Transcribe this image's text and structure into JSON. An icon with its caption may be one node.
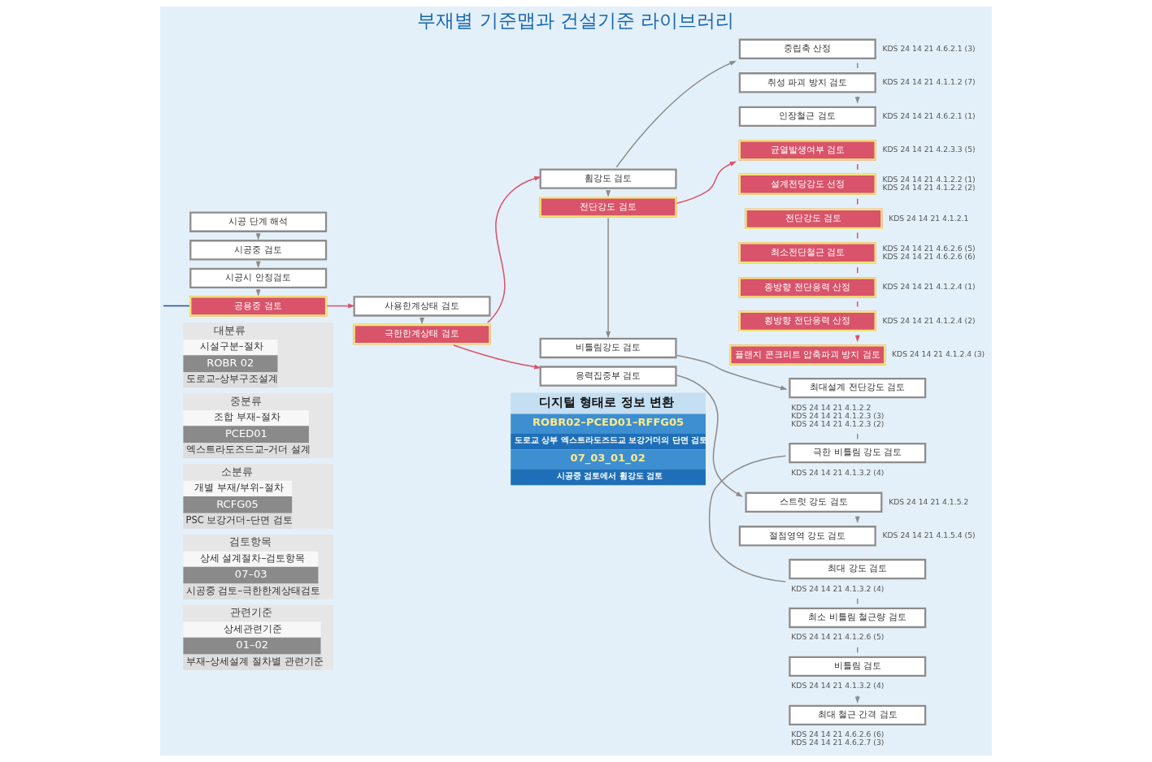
{
  "diagram": {
    "title": "부재별 기준맵과 건설기준 라이브러리",
    "nodes": [
      {
        "text": [
          "시공 단계 해석"
        ]
      },
      {
        "text": [
          "시공중 검토"
        ]
      },
      {
        "text": [
          "시공시 안정검토"
        ]
      },
      {
        "text": [
          "공용중 검토"
        ]
      },
      {
        "text": [
          "사용한계상태 검토"
        ]
      },
      {
        "text": [
          "극한한계상태 검토"
        ]
      },
      {
        "text": [
          "휨강도 검토"
        ]
      },
      {
        "text": [
          "전단강도 검토"
        ]
      },
      {
        "text": [
          "비틀림강도 검토"
        ]
      },
      {
        "text": [
          "응력집중부 검토"
        ]
      },
      {
        "text": [
          "중립축 산정"
        ],
        "beside": [
          "KDS 24 14 21 4.6.2.1 (3)"
        ]
      },
      {
        "text": [
          "취성 파괴 방지 검토"
        ],
        "beside": [
          "KDS 24 14 21 4.1.1.2 (7)"
        ]
      },
      {
        "text": [
          "인장철근 검토"
        ],
        "beside": [
          "KDS 24 14 21 4.6.2.1 (1)"
        ]
      },
      {
        "text": [
          "균열발생여부 검토"
        ],
        "beside": [
          "KDS 24 14 21 4.2.3.3 (5)"
        ]
      },
      {
        "text": [
          "설계전당강도 선정"
        ],
        "beside": [
          "KDS 24 14 21 4.1.2.2 (1)",
          "KDS 24 14 21 4.1.2.2 (2)"
        ]
      },
      {
        "text": [
          "전단강도 검토"
        ],
        "beside": [
          "KDS 24 14 21 4.1.2.1"
        ]
      },
      {
        "text": [
          "최소전단철근 검토"
        ],
        "beside": [
          "KDS 24 14 21 4.6.2.6 (5)",
          "KDS 24 14 21 4.6.2.6 (6)"
        ]
      },
      {
        "text": [
          "종방향 전단응력 산정"
        ],
        "beside": [
          "KDS 24 14 21 4.1.2.4 (1)"
        ]
      },
      {
        "text": [
          "횡방향 전단응력 산정"
        ],
        "beside": [
          "KDS 24 14 21 4.1.2.4 (2)"
        ]
      },
      {
        "text": [
          "플랜지 콘크리트 압축파괴 방지 검토"
        ],
        "beside": [
          "KDS 24 14 21 4.1.2.4 (3)"
        ]
      },
      {
        "text": [
          "스트럿 강도 검토"
        ],
        "beside": [
          "KDS 24 14 21 4.1.5.2"
        ]
      },
      {
        "text": [
          "절점영역 강도 검토"
        ],
        "beside": [
          "KDS 24 14 21 4.1.5.4 (5)"
        ]
      },
      {
        "text": [
          "최대설계 전단강도 검토"
        ],
        "beside": [
          "KDS 24 14 21 4.1.2.2",
          "KDS 24 14 21 4.1.2.3 (3)",
          "KDS 24 14 21 4.1.2.3 (2)"
        ]
      },
      {
        "text": [
          "극한 비틀림 강도 검토"
        ],
        "beside": [
          "KDS 24 14 21 4.1.3.2 (4)"
        ]
      },
      {
        "text": [
          "최대 강도 검토"
        ],
        "beside": [
          "KDS 24 14 21 4.1.3.2 (4)"
        ]
      },
      {
        "text": [
          "최소 비틀림 철근량 검토"
        ],
        "beside": [
          "KDS 24 14 21 4.1.2.6 (5)"
        ]
      },
      {
        "text": [
          "비틀림 검토"
        ],
        "beside": [
          "KDS 24 14 21 4.1.3.2 (4)"
        ]
      },
      {
        "text": [
          "최대 철근 간격 검토"
        ],
        "beside": [
          "KDS 24 14 21 4.6.2.6 (6)",
          "KDS 24 14 21 4.6.2.7 (3)"
        ]
      }
    ],
    "edges": [
      {
        "from": null,
        "to": 3,
        "arrow": "none",
        "color": "#1f4fa0"
      },
      {
        "from": 0,
        "to": 1,
        "arrow": "to"
      },
      {
        "from": 1,
        "to": 2,
        "arrow": "to"
      },
      {
        "from": 2,
        "to": 3,
        "arrow": "to"
      },
      {
        "from": 3,
        "to": 4,
        "arrow": "to",
        "color": "#d9536a"
      },
      {
        "from": 4,
        "to": 5,
        "arrow": "to"
      },
      {
        "from": 5,
        "to": 6,
        "arrow": "to",
        "color": "#d9536a"
      },
      {
        "from": 5,
        "to": 9,
        "arrow": "to",
        "color": "#d9536a"
      },
      {
        "from": 6,
        "to": 7,
        "arrow": "to"
      },
      {
        "from": 7,
        "to": 8,
        "arrow": "to"
      },
      {
        "from": 6,
        "to": 10,
        "arrow": "to"
      },
      {
        "from": 7,
        "to": 13,
        "arrow": "to",
        "color": "#d9536a"
      },
      {
        "from": 8,
        "to": 22,
        "arrow": "to"
      },
      {
        "from": 9,
        "to": 20,
        "arrow": "to"
      },
      {
        "from": 10,
        "to": 11,
        "arrow": "none"
      },
      {
        "from": 11,
        "to": 12,
        "arrow": "to"
      },
      {
        "from": 13,
        "to": 14,
        "arrow": "none",
        "color": "#d9536a"
      },
      {
        "from": 14,
        "to": 15,
        "arrow": "none",
        "color": "#d9536a"
      },
      {
        "from": 15,
        "to": 16,
        "arrow": "none",
        "color": "#d9536a"
      },
      {
        "from": 16,
        "to": 17,
        "arrow": "none",
        "color": "#d9536a"
      },
      {
        "from": 17,
        "to": 18,
        "arrow": "none",
        "color": "#d9536a"
      },
      {
        "from": 18,
        "to": 19,
        "arrow": "to",
        "color": "#d9536a"
      },
      {
        "from": 20,
        "to": 21,
        "arrow": "to"
      },
      {
        "from": 22,
        "to": 23,
        "arrow": "none"
      },
      {
        "from": 23,
        "to": 24,
        "arrow": "none"
      },
      {
        "from": 24,
        "to": 25,
        "arrow": "none"
      },
      {
        "from": 25,
        "to": 26,
        "arrow": "none"
      },
      {
        "from": 26,
        "to": 27,
        "arrow": "to"
      }
    ],
    "labels": [
      "대분류",
      "중분류",
      "소분류",
      "검토항목",
      "관련기준",
      "시설구분–절차",
      "조합 부재–절차",
      "개별 부재/부위–절차",
      "상세 설계절차–검토항목",
      "상세관련기준",
      "ROBR 02",
      "PCED01",
      "RCFG05",
      "07–03",
      "01–02",
      "도로교–상부구조설계",
      "엑스트라도즈드교–거더 설계",
      "PSC 보강거더–단면 검토",
      "시공중 검토–극한한계상태검토",
      "부재–상세설계 절차별 관련기준",
      "디지털 형태로 정보 변환",
      "ROBR02–PCED01–RFFG05",
      "07_03_01_02",
      "도로교 상부 엑스트라도즈드교 보강거더의 단면 검토",
      "시공중 검토에서 휨강도 검토"
    ]
  }
}
